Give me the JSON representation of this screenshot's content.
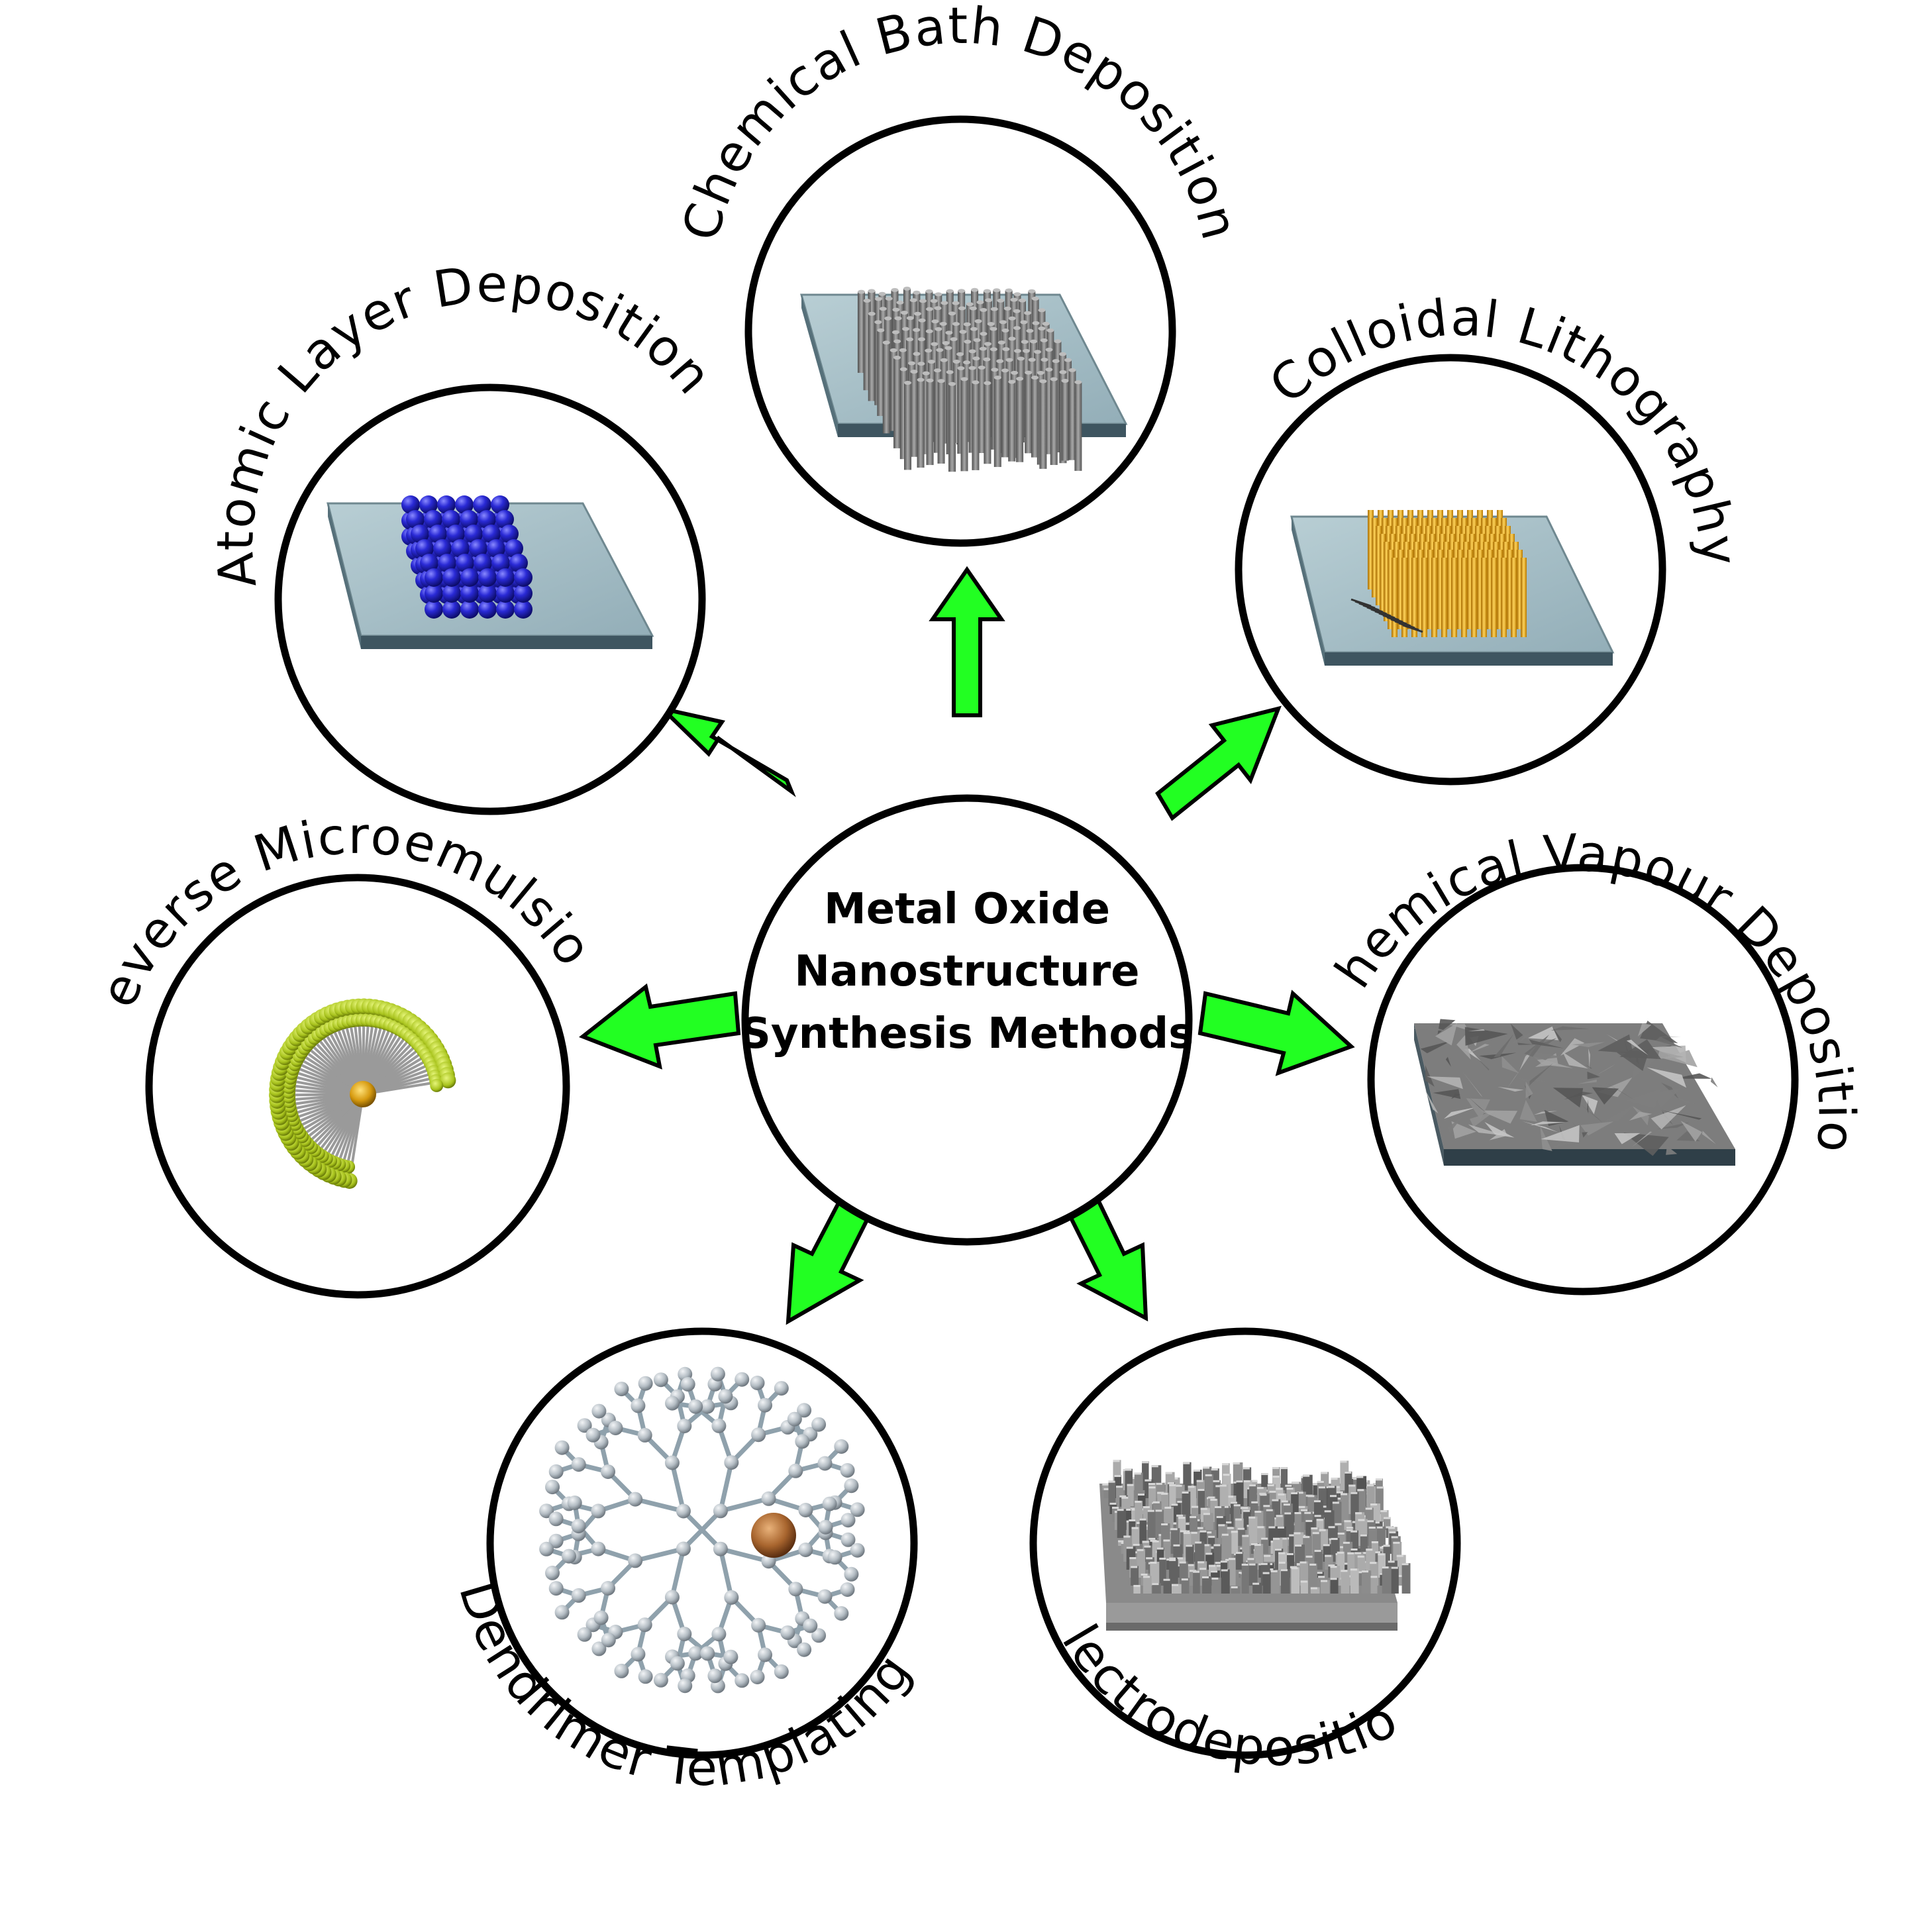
{
  "center": {
    "title_lines": [
      "Metal Oxide",
      "Nanostructure",
      "Synthesis Methods"
    ]
  },
  "methods": {
    "cbd": "Chemical Bath Deposition",
    "ald": "Atomic Layer Deposition",
    "cl": "Colloidal Lithography",
    "rm": "Reverse Microemulsions",
    "cvd": "Chemical Vapour Deposition",
    "dt": "Dendrimer Templating",
    "ed": "Electrodeposition"
  },
  "colors": {
    "arrow_fill": "#22ff22",
    "outline": "#000000",
    "substrate_top": "#a4bec6",
    "substrate_side": "#3e5560",
    "ald_spheres": "#2323c8",
    "cbd_rods": "#7a7a7a",
    "cl_pillars": "#e0a012",
    "rm_heads": "#b6d12a",
    "rm_core": "#d6a010",
    "dendrimer_node": "#c4ccd2",
    "dendrimer_bond": "#8fa1ac",
    "dendrimer_particle": "#a8652e",
    "cvd_surface": "#8a8a8a",
    "ed_surface": "#7e7e7e"
  },
  "icons": [
    "atom-stack-icon",
    "nanorod-array-icon",
    "pillar-array-icon",
    "micelle-icon",
    "rough-film-icon",
    "dendrimer-icon",
    "columnar-film-icon"
  ]
}
